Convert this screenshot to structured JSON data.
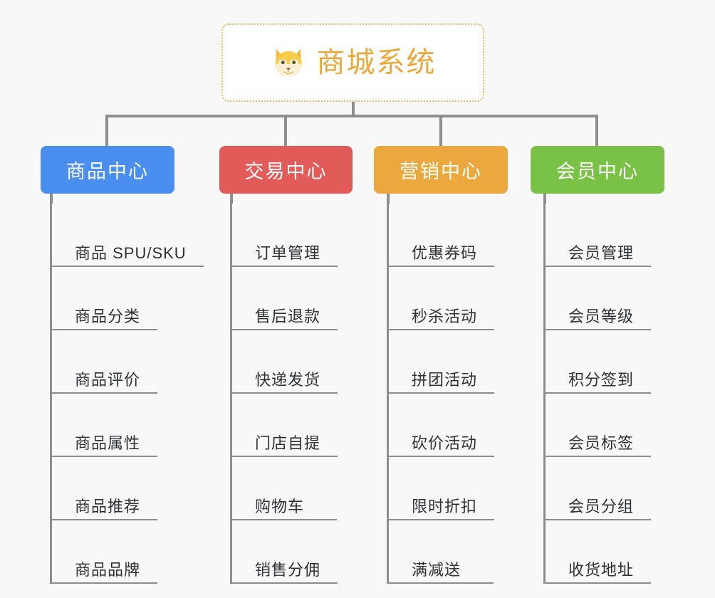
{
  "root": {
    "icon": "shiba-dog-icon",
    "title": "商城系统",
    "title_color": "#e8a83c",
    "border_color": "#f0b75a"
  },
  "connector_color": "#8e8e8e",
  "background": "#f8f8f8",
  "categories": [
    {
      "label": "商品中心",
      "color": "#4a8ef0",
      "items": [
        "商品 SPU/SKU",
        "商品分类",
        "商品评价",
        "商品属性",
        "商品推荐",
        "商品品牌"
      ]
    },
    {
      "label": "交易中心",
      "color": "#e15b58",
      "items": [
        "订单管理",
        "售后退款",
        "快递发货",
        "门店自提",
        "购物车",
        "销售分佣"
      ]
    },
    {
      "label": "营销中心",
      "color": "#eaa83e",
      "items": [
        "优惠券码",
        "秒杀活动",
        "拼团活动",
        "砍价活动",
        "限时折扣",
        "满减送"
      ]
    },
    {
      "label": "会员中心",
      "color": "#79c245",
      "items": [
        "会员管理",
        "会员等级",
        "积分签到",
        "会员标签",
        "会员分组",
        "收货地址"
      ]
    }
  ]
}
